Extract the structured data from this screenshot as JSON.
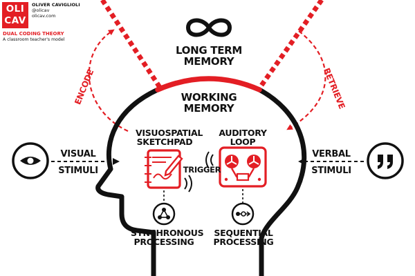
{
  "header": {
    "logo_line1": "OLI",
    "logo_line2": "CAV",
    "author": "OLIVER CAVIGLIOLI",
    "handle": "@olicav",
    "site": "olicav.com",
    "theory_title": "DUAL CODING THEORY",
    "theory_subtitle": "A classroom teacher's model"
  },
  "diagram": {
    "long_term_memory": "LONG TERM\nMEMORY",
    "working_memory": "WORKING\nMEMORY",
    "visuospatial": "VISUOSPATIAL\nSKETCHPAD",
    "auditory": "AUDITORY\nLOOP",
    "trigger": "TRIGGER",
    "visual_stimuli": "VISUAL\nSTIMULI",
    "verbal_stimuli": "VERBAL\nSTIMULI",
    "synchronous": "SYNCHRONOUS\nPROCESSING",
    "sequential": "SEQUENTIAL\nPROCESSING",
    "encode": "ENCODE",
    "retrieve": "RETRIEVE"
  },
  "icons": {
    "infinity": "infinity-icon",
    "eye": "eye-icon",
    "quote": "quote-icon",
    "sketchpad": "sketchpad-icon",
    "tape_recorder": "tape-recorder-icon",
    "network": "network-icon",
    "sequence": "sequence-icon",
    "sound_waves": "sound-waves-icon"
  },
  "colors": {
    "accent": "#e31e24",
    "ink": "#111111",
    "background": "#ffffff"
  }
}
